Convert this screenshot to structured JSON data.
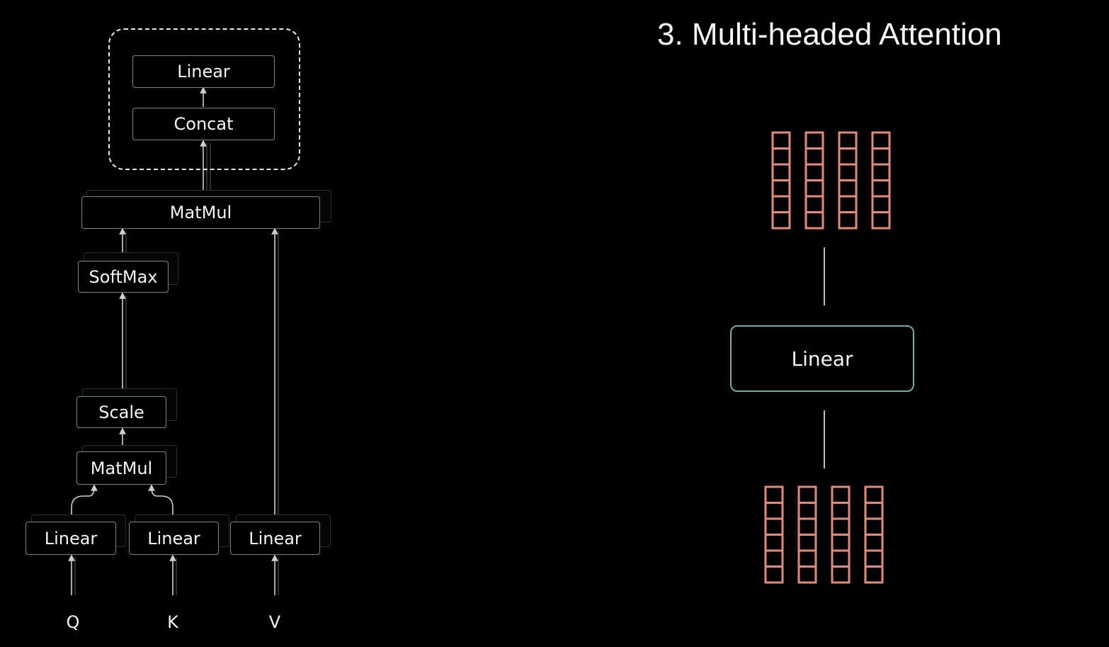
{
  "title": "3. Multi-headed Attention",
  "diagram": {
    "inputs": {
      "q": "Q",
      "k": "K",
      "v": "V"
    },
    "blocks": {
      "linear_q": "Linear",
      "linear_k": "Linear",
      "linear_v": "Linear",
      "matmul_qk": "MatMul",
      "scale": "Scale",
      "softmax": "SoftMax",
      "matmul_v": "MatMul",
      "concat": "Concat",
      "linear_out": "Linear"
    }
  },
  "right_panel": {
    "linear_label": "Linear",
    "vector_color": "#e58a78",
    "accent_color": "#5fb3aa",
    "top_vectors": {
      "count": 4,
      "cells_per_vector": 6
    },
    "bottom_vectors": {
      "count": 4,
      "cells_per_vector": 6
    }
  }
}
